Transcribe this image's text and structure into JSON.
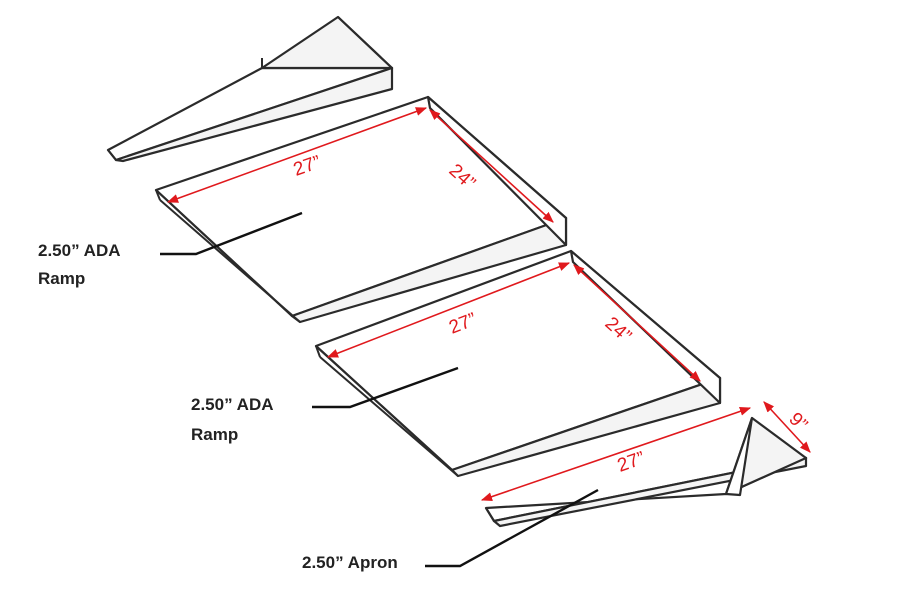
{
  "colors": {
    "dimension": "#e0191d",
    "outline": "#2b2b2b",
    "label": "#222222"
  },
  "dimensions": {
    "upper_ramp_length": "27”",
    "upper_ramp_depth": "24”",
    "lower_ramp_length": "27”",
    "lower_ramp_depth": "24”",
    "apron_length": "27”",
    "apron_depth": "9”"
  },
  "labels": {
    "upper_ramp": {
      "line1": "2.50” ADA",
      "line2": "Ramp"
    },
    "lower_ramp": {
      "line1": "2.50” ADA",
      "line2": "Ramp"
    },
    "apron": {
      "line1": "2.50” Apron"
    }
  }
}
